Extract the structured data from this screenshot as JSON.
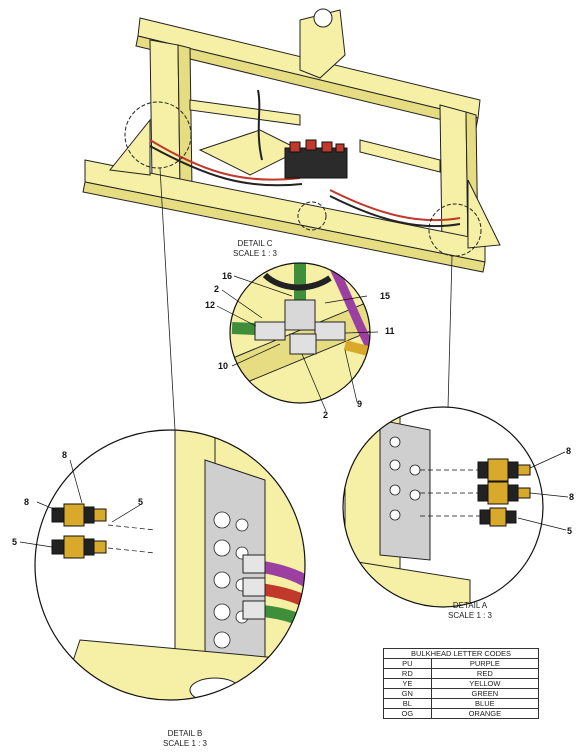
{
  "details": {
    "c": {
      "title": "DETAIL C",
      "scale": "SCALE 1 : 3"
    },
    "a": {
      "title": "DETAIL A",
      "scale": "SCALE 1 : 3"
    },
    "b": {
      "title": "DETAIL B",
      "scale": "SCALE 1 : 3"
    }
  },
  "callouts": {
    "c": [
      "16",
      "2",
      "12",
      "15",
      "11",
      "10",
      "2",
      "9"
    ],
    "b": [
      "8",
      "8",
      "5",
      "5"
    ],
    "a": [
      "8",
      "8",
      "5"
    ]
  },
  "legend": {
    "title": "BULKHEAD LETTER CODES",
    "rows": [
      {
        "code": "PU",
        "color": "PURPLE"
      },
      {
        "code": "RD",
        "color": "RED"
      },
      {
        "code": "YE",
        "color": "YELLOW"
      },
      {
        "code": "GN",
        "color": "GREEN"
      },
      {
        "code": "BL",
        "color": "BLUE"
      },
      {
        "code": "OG",
        "color": "ORANGE"
      }
    ]
  },
  "colors": {
    "frame": "#f6f0a6",
    "frame_dark": "#c8bd52",
    "hose_red": "#c0392b",
    "hose_purple": "#9b3fa0",
    "hose_green": "#3f8f3a",
    "fitting_gold": "#d8a92a",
    "fitting_dark": "#222222"
  }
}
